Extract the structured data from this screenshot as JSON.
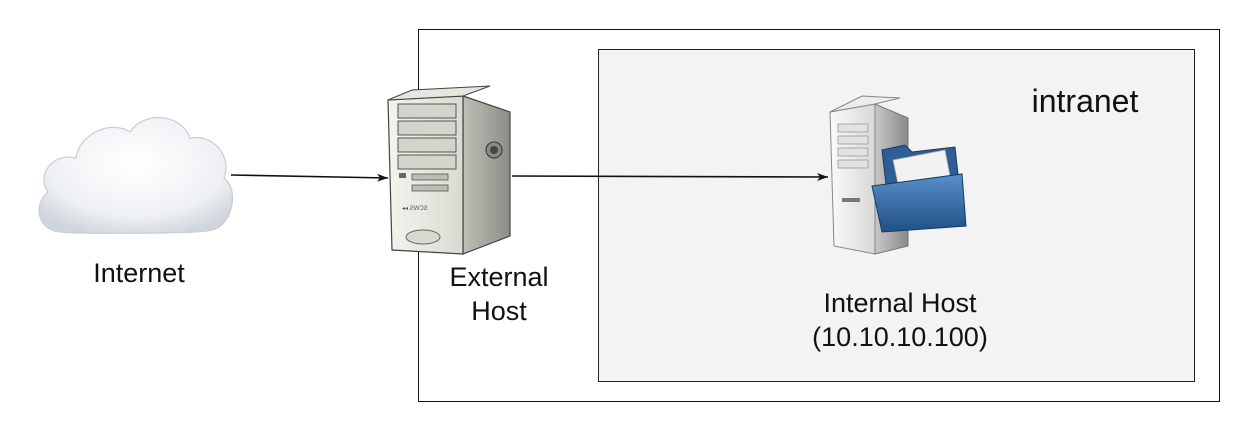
{
  "nodes": {
    "internet": {
      "label": "Internet",
      "icon": "cloud-icon"
    },
    "external_host": {
      "label_line1": "External",
      "label_line2": "Host",
      "icon": "server-tower-icon"
    },
    "internal_host": {
      "label_line1": "Internal Host",
      "label_line2": "(10.10.10.100)",
      "icon": "file-server-icon"
    }
  },
  "zones": {
    "intranet": {
      "label": "intranet"
    }
  },
  "edges": [
    {
      "from": "internet",
      "to": "external_host"
    },
    {
      "from": "external_host",
      "to": "internal_host"
    }
  ]
}
